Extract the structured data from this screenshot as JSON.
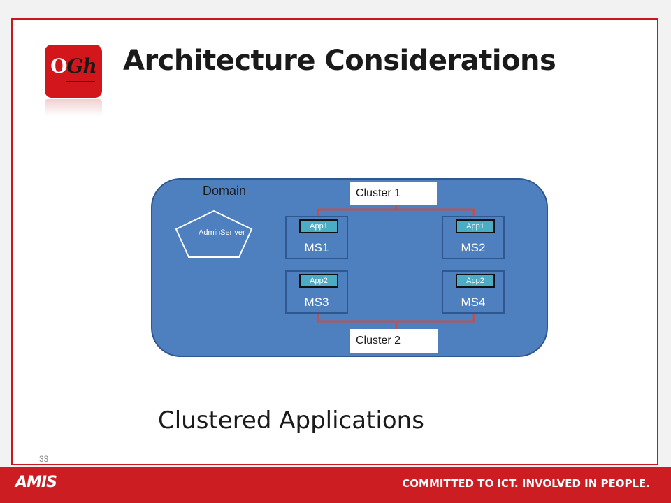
{
  "slide": {
    "title": "Architecture Considerations",
    "subtitle": "Clustered Applications",
    "page_number": "33"
  },
  "logo": {
    "text_light": "O",
    "text_dark": "Gh"
  },
  "diagram": {
    "domain_label": "Domain",
    "admin_server_label": "AdminSer ver",
    "clusters": [
      {
        "label": "Cluster 1"
      },
      {
        "label": "Cluster 2"
      }
    ],
    "managed_servers": [
      {
        "label": "MS1",
        "app": "App1"
      },
      {
        "label": "MS2",
        "app": "App1"
      },
      {
        "label": "MS3",
        "app": "App2"
      },
      {
        "label": "MS4",
        "app": "App2"
      }
    ]
  },
  "footer": {
    "logo_text": "AMIS",
    "tagline": "COMMITTED TO ICT.  INVOLVED IN PEOPLE."
  },
  "colors": {
    "brand_red": "#cc1d23",
    "domain_blue": "#4e7fbe",
    "app_teal": "#4bacc6",
    "cluster_line": "#c0504d"
  }
}
